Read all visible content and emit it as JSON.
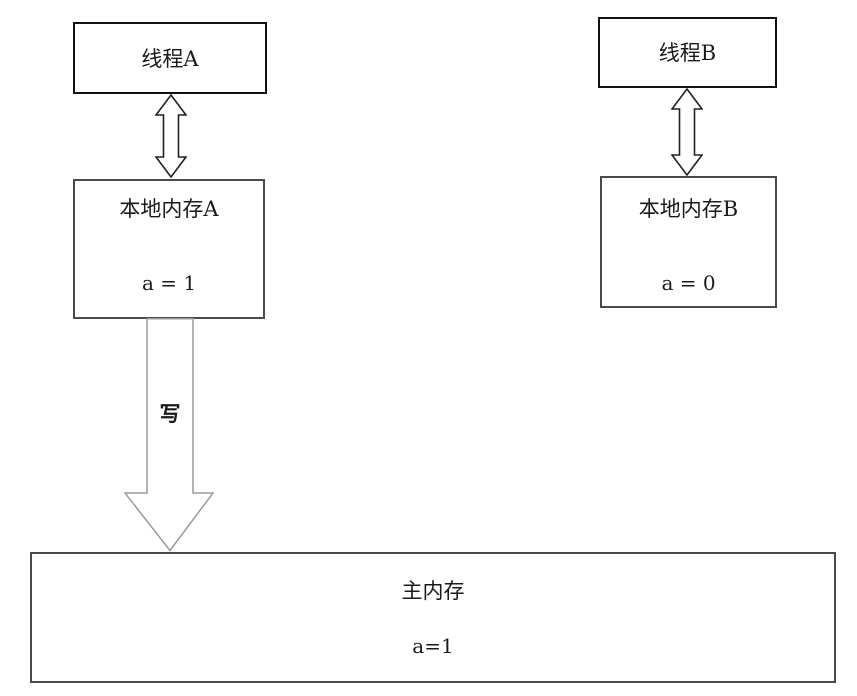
{
  "diagram": {
    "thread_a": {
      "label": "线程A"
    },
    "thread_b": {
      "label": "线程B"
    },
    "local_memory_a": {
      "title": "本地内存A",
      "value": "a = 1"
    },
    "local_memory_b": {
      "title": "本地内存B",
      "value": "a = 0"
    },
    "main_memory": {
      "title": "主内存",
      "value": "a=1"
    },
    "write_arrow": {
      "label": "写"
    }
  },
  "colors": {
    "box_border_dark": "#111111",
    "box_border_gray": "#4a4a4a",
    "double_arrow_stroke": "#222222",
    "big_arrow_stroke": "#9a9a9a",
    "text": "#1a1a1a",
    "background": "#ffffff"
  }
}
